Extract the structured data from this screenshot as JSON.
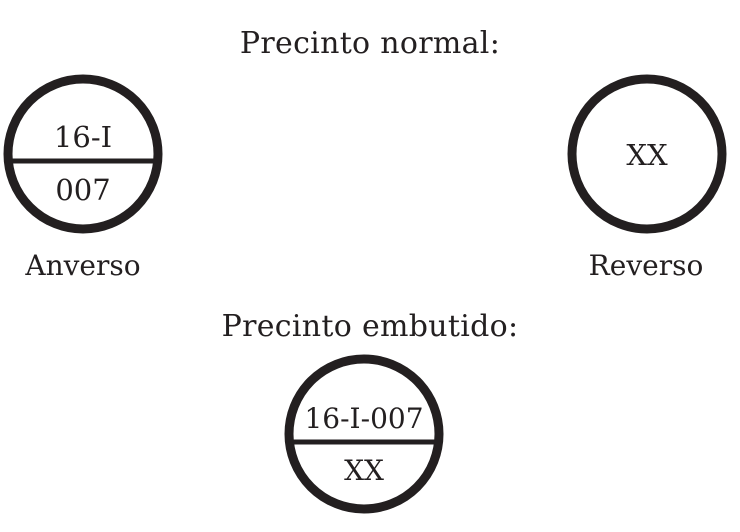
{
  "colors": {
    "ink": "#231f20",
    "background": "#ffffff"
  },
  "normal_section": {
    "title": "Precinto normal:",
    "obverse": {
      "top_text": "16-I",
      "bottom_text": "007",
      "caption": "Anverso"
    },
    "reverse": {
      "center_text": "XX",
      "caption": "Reverso"
    }
  },
  "embedded_section": {
    "title": "Precinto embutido:",
    "seal": {
      "top_text": "16-I-007",
      "bottom_text": "XX"
    }
  }
}
